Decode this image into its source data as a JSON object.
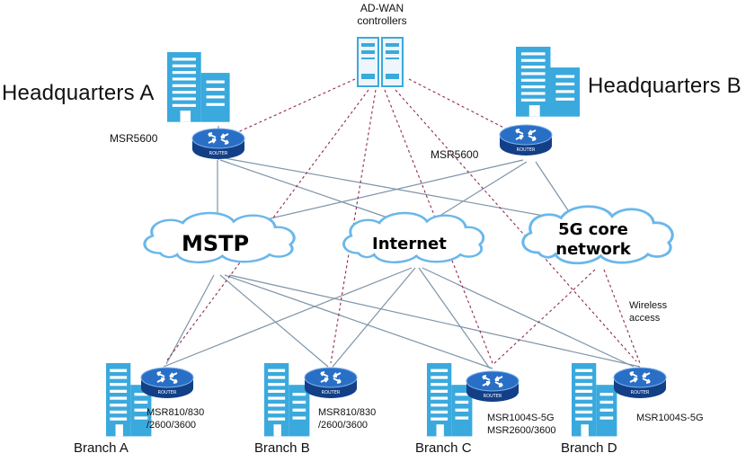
{
  "controllers": {
    "label_line1": "AD-WAN",
    "label_line2": "controllers",
    "icon": "server-icon"
  },
  "headquarters": [
    {
      "name": "Headquarters A",
      "router_model": "MSR5600",
      "icon": "building-icon"
    },
    {
      "name": "Headquarters B",
      "router_model": "MSR5600",
      "icon": "building-icon"
    }
  ],
  "networks": [
    {
      "name_line1": "MSTP",
      "name_line2": ""
    },
    {
      "name_line1": "Internet",
      "name_line2": ""
    },
    {
      "name_line1": "5G core",
      "name_line2": "network"
    }
  ],
  "wireless": {
    "line1": "Wireless",
    "line2": "access"
  },
  "router_badge": "ROUTER",
  "branches": [
    {
      "name": "Branch A",
      "model_line1": "MSR810/830",
      "model_line2": "/2600/3600"
    },
    {
      "name": "Branch B",
      "model_line1": "MSR810/830",
      "model_line2": "/2600/3600"
    },
    {
      "name": "Branch C",
      "model_line1": "MSR1004S-5G",
      "model_line2": "MSR2600/3600"
    },
    {
      "name": "Branch D",
      "model_line1": "MSR1004S-5G",
      "model_line2": ""
    }
  ],
  "colors": {
    "solid_link": "#7d94a8",
    "dashed_link": "#8e2b52",
    "building": "#3aa9dd",
    "router_top": "#2a6fc6",
    "router_body": "#123f86",
    "cloud_stroke": "#6ab7ea"
  }
}
